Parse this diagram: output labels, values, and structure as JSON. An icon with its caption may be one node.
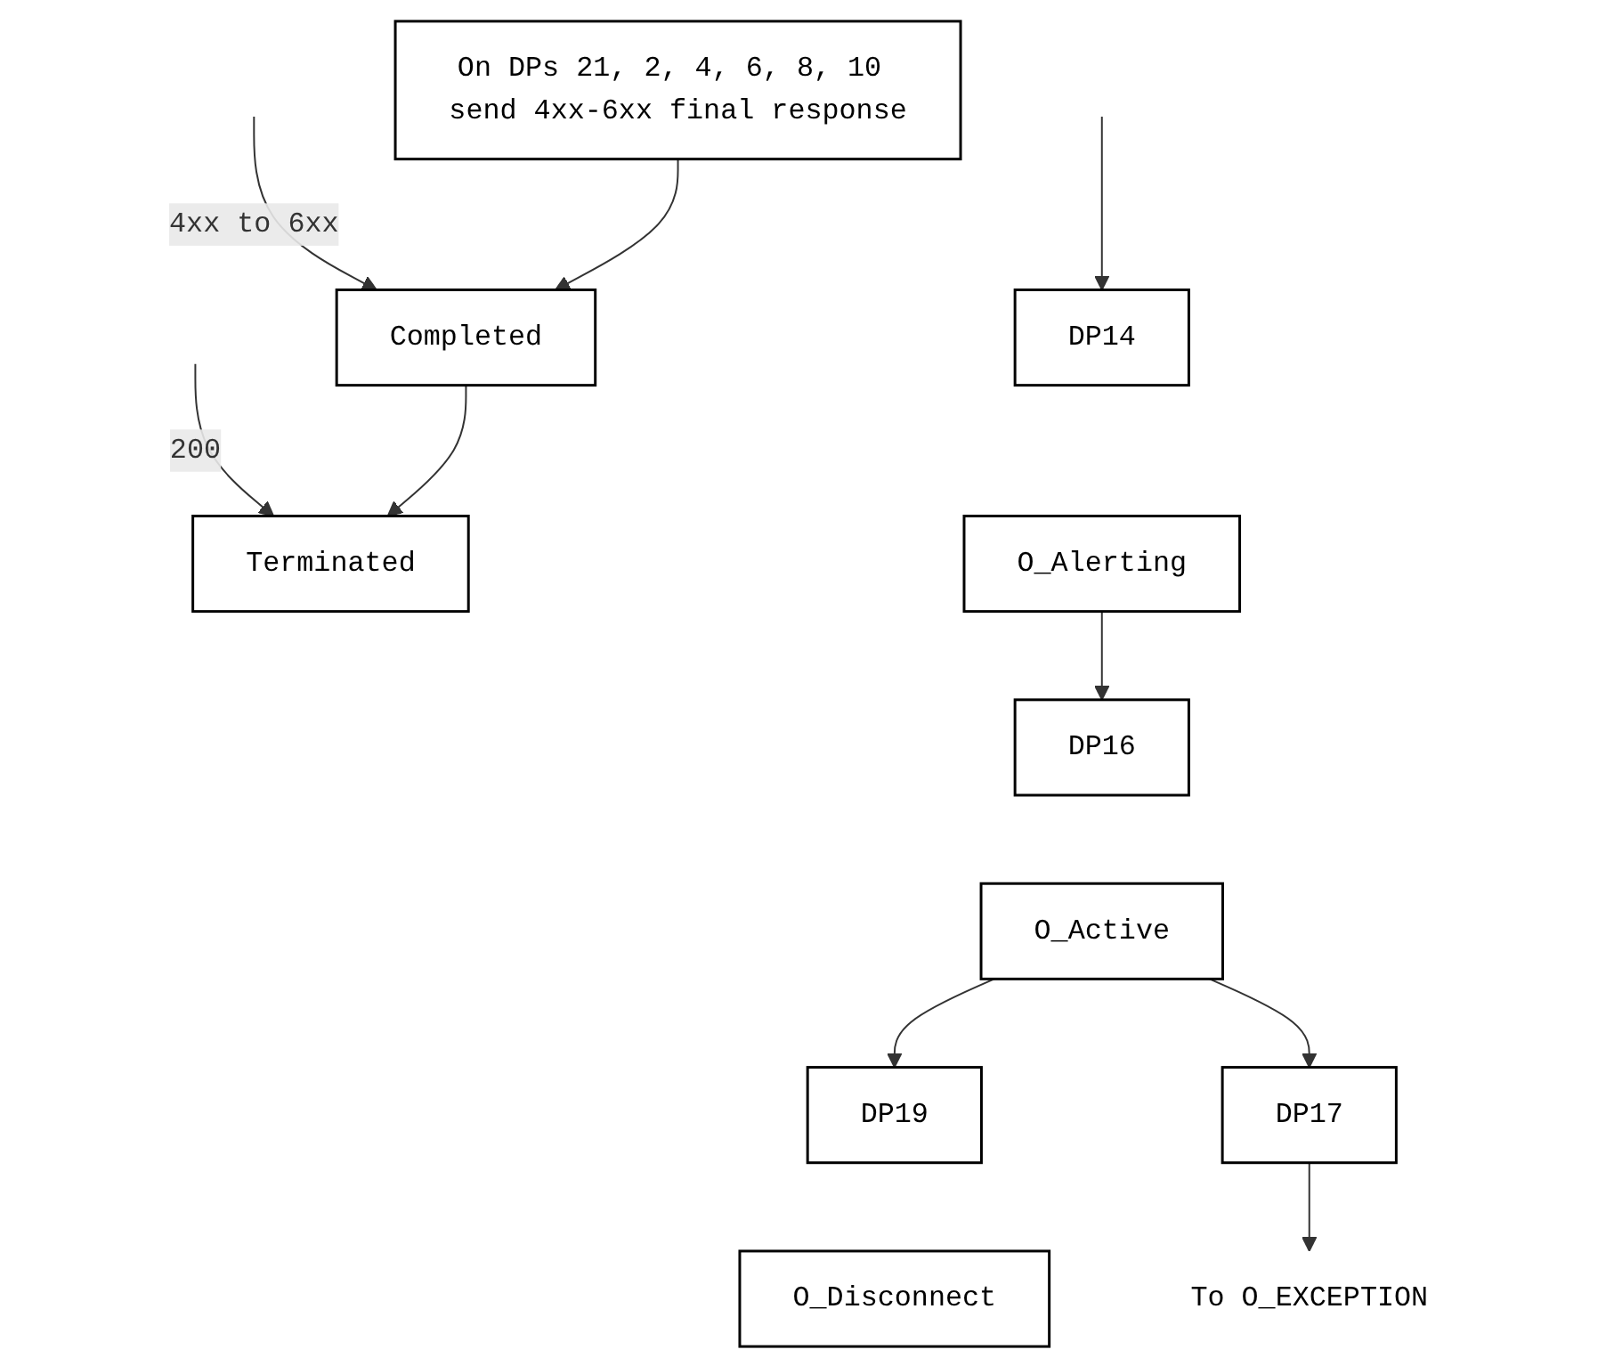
{
  "diagram": {
    "nodes": [
      {
        "text": [
          "On DPs 21, 2, 4, 6, 8, 10 send 4xx-6xx final response"
        ]
      },
      {
        "text": [
          "Completed"
        ]
      },
      {
        "text": [
          "Terminated"
        ]
      },
      {
        "text": [
          "DP14"
        ]
      },
      {
        "text": [
          "O_Alerting"
        ]
      },
      {
        "text": [
          "DP16"
        ]
      },
      {
        "text": [
          "O_Active"
        ]
      },
      {
        "text": [
          "DP19"
        ]
      },
      {
        "text": [
          "O_Disconnect"
        ]
      },
      {
        "text": [
          "DP17"
        ]
      },
      {
        "text": [
          "To O_EXCEPTION"
        ]
      }
    ],
    "edges": [
      {
        "from": null,
        "to": 1,
        "arrow": "to",
        "label": "4xx to 6xx"
      },
      {
        "from": null,
        "to": 2,
        "arrow": "to",
        "label": "200"
      },
      {
        "from": 0,
        "to": 1,
        "arrow": "to"
      },
      {
        "from": 1,
        "to": 2,
        "arrow": "to"
      },
      {
        "from": null,
        "to": 3,
        "arrow": "to"
      },
      {
        "from": 4,
        "to": 5,
        "arrow": "to"
      },
      {
        "from": 6,
        "to": 7,
        "arrow": "to"
      },
      {
        "from": 6,
        "to": 9,
        "arrow": "to"
      },
      {
        "from": 9,
        "to": 10,
        "arrow": "to"
      }
    ]
  }
}
